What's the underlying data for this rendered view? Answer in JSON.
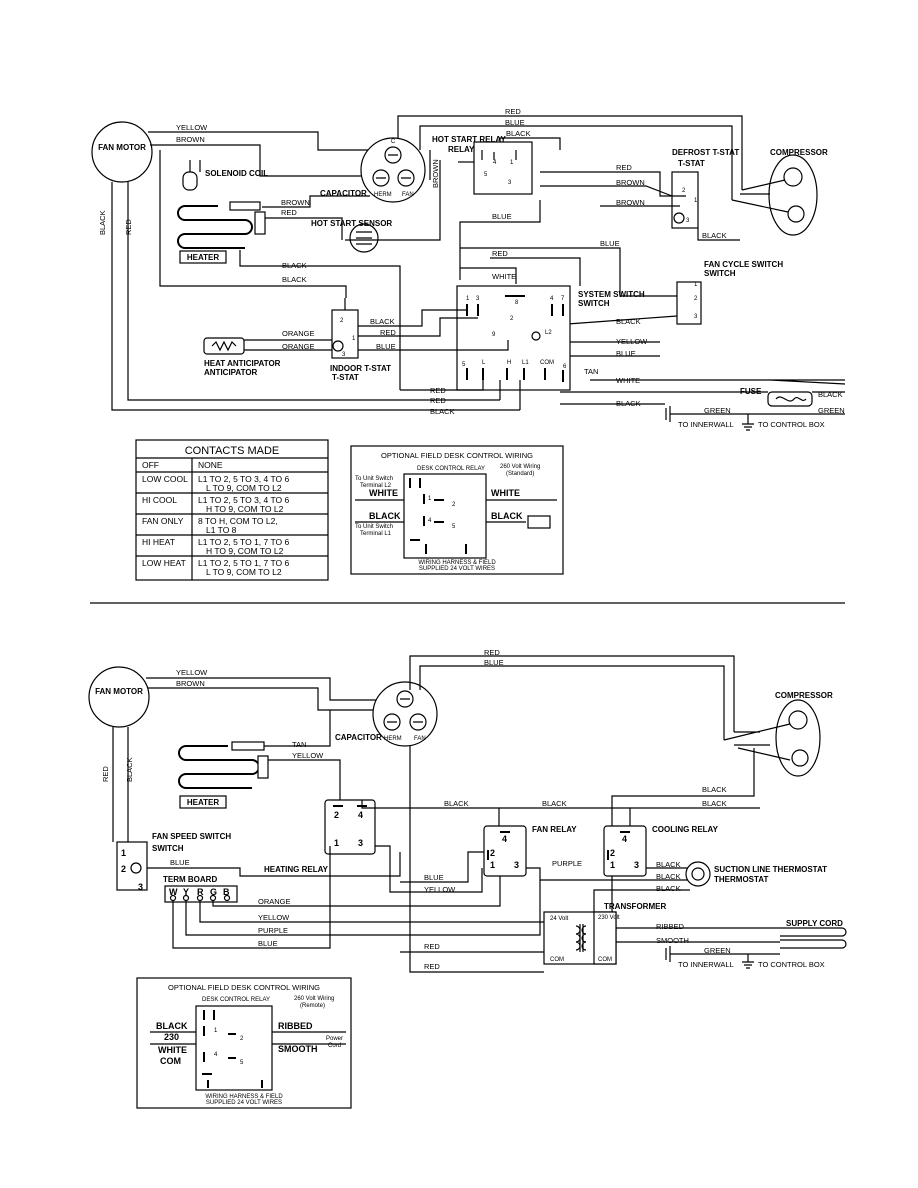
{
  "top": {
    "components": {
      "fan_motor": "FAN MOTOR",
      "solenoid_coil": "SOLENOID COIL",
      "heater": "HEATER",
      "capacitor": "CAPACITOR",
      "hot_start_relay": "HOT START RELAY",
      "hot_start_sensor": "HOT START SENSOR",
      "defrost_tstat": "DEFROST T-STAT",
      "compressor": "COMPRESSOR",
      "fan_cycle_switch": "FAN CYCLE SWITCH",
      "system_switch": "SYSTEM SWITCH",
      "indoor_tstat": "INDOOR T-STAT",
      "heat_anticipator": "HEAT ANTICIPATOR",
      "fuse": "FUSE",
      "to_innerwall": "TO INNERWALL",
      "to_control_box": "TO CONTROL BOX"
    },
    "wires": {
      "yellow": "YELLOW",
      "brown": "BROWN",
      "black": "BLACK",
      "red": "RED",
      "blue": "BLUE",
      "white": "WHITE",
      "orange": "ORANGE",
      "tan": "TAN",
      "green": "GREEN"
    },
    "terminals": {
      "c": "C",
      "herm": "HERM",
      "fan": "FAN",
      "h": "H",
      "l": "L",
      "l1": "L1",
      "l2": "L2",
      "com": "COM",
      "n1": "1",
      "n2": "2",
      "n3": "3",
      "n4": "4",
      "n5": "5",
      "n6": "6",
      "n7": "7",
      "n8": "8",
      "n9": "9"
    },
    "contacts_table": {
      "title": "CONTACTS MADE",
      "rows": [
        {
          "mode": "OFF",
          "contacts": [
            "NONE"
          ]
        },
        {
          "mode": "LOW COOL",
          "contacts": [
            "L1 TO 2, 5 TO 3, 4 TO 6",
            "L TO 9, COM TO L2"
          ]
        },
        {
          "mode": "HI COOL",
          "contacts": [
            "L1 TO 2, 5 TO 3, 4 TO 6",
            "H TO 9, COM TO L2"
          ]
        },
        {
          "mode": "FAN ONLY",
          "contacts": [
            "8 TO H, COM TO L2,",
            "L1 TO 8"
          ]
        },
        {
          "mode": "HI HEAT",
          "contacts": [
            "L1 TO 2, 5 TO 1, 7 TO 6",
            "H TO 9, COM TO L2"
          ]
        },
        {
          "mode": "LOW HEAT",
          "contacts": [
            "L1 TO 2, 5 TO 1, 7 TO 6",
            "L TO 9, COM TO L2"
          ]
        }
      ]
    },
    "optional_wiring": {
      "title": "OPTIONAL FIELD DESK CONTROL WIRING",
      "relay": "DESK CONTROL RELAY",
      "note": [
        "260 Volt Wiring",
        "(Standard)"
      ],
      "to_l2": [
        "To Unit Switch",
        "Terminal L2"
      ],
      "to_l1": [
        "To Unit Switch",
        "Terminal L1"
      ],
      "white": "WHITE",
      "black": "BLACK",
      "footer": [
        "WIRING HARNESS & FIELD",
        "SUPPLIED 24 VOLT WIRES"
      ]
    }
  },
  "bottom": {
    "components": {
      "fan_motor": "FAN MOTOR",
      "capacitor": "CAPACITOR",
      "compressor": "COMPRESSOR",
      "heater": "HEATER",
      "fan_speed_switch": "FAN SPEED SWITCH",
      "heating_relay": "HEATING RELAY",
      "fan_relay": "FAN RELAY",
      "cooling_relay": "COOLING RELAY",
      "suction_line_thermostat": "SUCTION LINE THERMOSTAT",
      "term_board": "TERM BOARD",
      "term_letters": [
        "W",
        "Y",
        "R",
        "G",
        "B"
      ],
      "transformer": "TRANSFORMER",
      "supply_cord": "SUPPLY CORD",
      "to_innerwall": "TO INNERWALL",
      "to_control_box": "TO CONTROL BOX",
      "v24": "24 Volt",
      "v230": "230 Volt",
      "com": "COM"
    },
    "wires": {
      "yellow": "YELLOW",
      "brown": "BROWN",
      "red": "RED",
      "blue": "BLUE",
      "black": "BLACK",
      "tan": "TAN",
      "orange": "ORANGE",
      "purple": "PURPLE",
      "ribbed": "RIBBED",
      "smooth": "SMOOTH",
      "green": "GREEN"
    },
    "optional_wiring": {
      "title": "OPTIONAL FIELD DESK CONTROL WIRING",
      "relay": "DESK CONTROL RELAY",
      "note": [
        "260 Volt Wiring",
        "(Remote)"
      ],
      "black": "BLACK",
      "v230": "230",
      "white": "WHITE",
      "com": "COM",
      "ribbed": "RIBBED",
      "smooth": "SMOOTH",
      "power_cord": [
        "Power",
        "Cord"
      ],
      "footer": [
        "WIRING HARNESS & FIELD",
        "SUPPLIED 24 VOLT WIRES"
      ]
    }
  }
}
